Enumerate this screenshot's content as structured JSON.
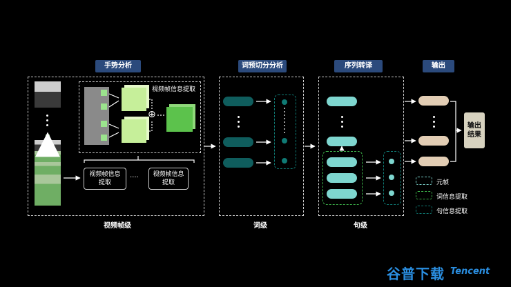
{
  "sections": {
    "gesture": {
      "title": "手势分析",
      "bottom_label": "视频帧级"
    },
    "word": {
      "title": "词预切分分析",
      "bottom_label": "词级"
    },
    "sequence": {
      "title": "序列转译",
      "bottom_label": "句级"
    },
    "output": {
      "title": "输出"
    }
  },
  "gesture_panel": {
    "inner_box_label": "视频帧信息提取",
    "extract_box_1": "视频帧信息\n提取",
    "extract_box_2": "视频帧信息\n提取",
    "ellipsis": "····",
    "plus_symbol": "⊕"
  },
  "result": {
    "label": "输出\n结果"
  },
  "legend": [
    {
      "label": "元帧",
      "color": "#7ed6cf"
    },
    {
      "label": "词信息提取",
      "color": "#3db34a"
    },
    {
      "label": "句信息提取",
      "color": "#0f7a74"
    }
  ],
  "watermark": {
    "text": "谷普下载",
    "sub": "Tencent"
  },
  "colors": {
    "tag_bg": "#2b4a7c",
    "teal": "#0f5d5d",
    "cyan": "#7ed6cf",
    "beige": "#e2cdb4",
    "green": "#6dcc5c"
  }
}
